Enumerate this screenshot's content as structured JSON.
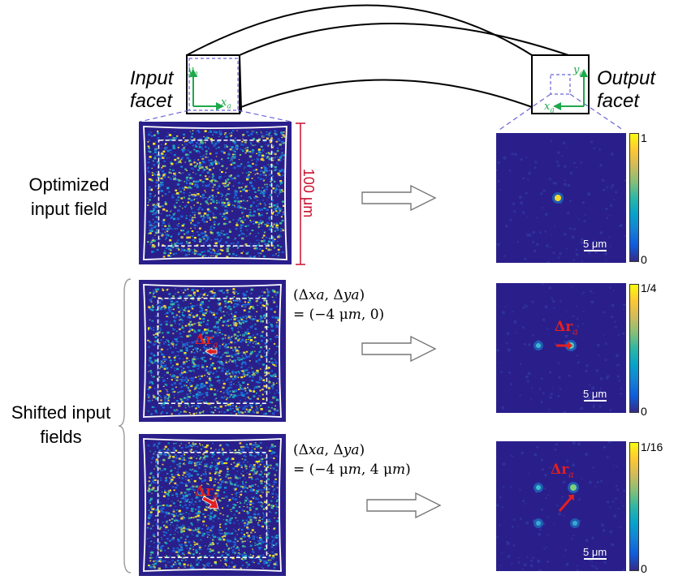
{
  "facets": {
    "input": {
      "line1": "Input",
      "line2": "facet"
    },
    "output": {
      "line1": "Output",
      "line2": "facet"
    },
    "axes": {
      "x": "x",
      "y": "y",
      "sub": "a"
    }
  },
  "rows": {
    "optimized": {
      "line1": "Optimized",
      "line2": "input field"
    },
    "shifted": {
      "line1": "Shifted input",
      "line2": "fields"
    }
  },
  "scale": {
    "input": "100 μm",
    "output": "5 μm"
  },
  "shifts": [
    {
      "line1": "(Δ𝑥𝑎, Δ𝑦𝑎)",
      "line2": "= (−4 μ𝑚, 0)"
    },
    {
      "line1": "(Δ𝑥𝑎, Δ𝑦𝑎)",
      "line2": "= (−4 μ𝑚, 4 μ𝑚)"
    }
  ],
  "displacement_label": {
    "main": "Δr",
    "sub": "a"
  },
  "colorbars": [
    {
      "max": "1",
      "min": "0"
    },
    {
      "max": "1/4",
      "min": "0"
    },
    {
      "max": "1/16",
      "min": "0"
    }
  ],
  "colors": {
    "field_bg": "#2a1f8a",
    "accent_red": "#e41f1f",
    "axis_green": "#1ea84b",
    "dashed_blue": "#6a63d6"
  }
}
